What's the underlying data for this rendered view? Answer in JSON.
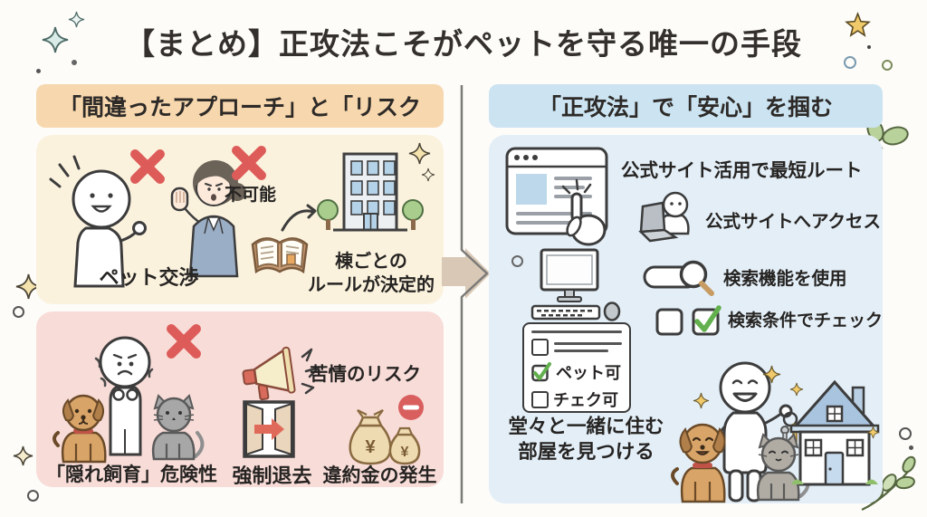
{
  "title": "【まとめ】正攻法こそがペットを守る唯一の手段",
  "left_panel": {
    "header": "「間違ったアプローチ」と「リスク",
    "wrong_approach": {
      "impossible": "不可能",
      "pet_negotiation": "ペット交渉",
      "building_rules_line1": "棟ごとの",
      "building_rules_line2": "ルールが決定的"
    },
    "risks": {
      "complaint": "苦情のリスク",
      "hidden_keeping": "「隠れ飼育」危険性",
      "eviction": "強制退去",
      "penalty": "違約金の発生",
      "yen": "¥"
    }
  },
  "right_panel": {
    "header": "「正攻法」で「安心」を掴む",
    "steps": [
      {
        "label": "公式サイト活用で最短ルート"
      },
      {
        "label": "公式サイトへアクセス"
      },
      {
        "label": "検索機能を使用"
      },
      {
        "label": "検索条件でチェック"
      }
    ],
    "checklist": {
      "pet_ok": "ペット可",
      "check_ok": "チェク可"
    },
    "conclusion_line1": "堂々と一緒に住む",
    "conclusion_line2": "部屋を見つける"
  },
  "colors": {
    "left_header_bg": "#f7d7ad",
    "left_top_bg": "#fbf2de",
    "left_bottom_bg": "#f8dcd8",
    "right_header_bg": "#cce4f2",
    "right_panel_bg": "#e3eef7",
    "cross_red": "#dd5b58",
    "check_green": "#62b04e",
    "arrow_beige": "#d9c8b6"
  }
}
